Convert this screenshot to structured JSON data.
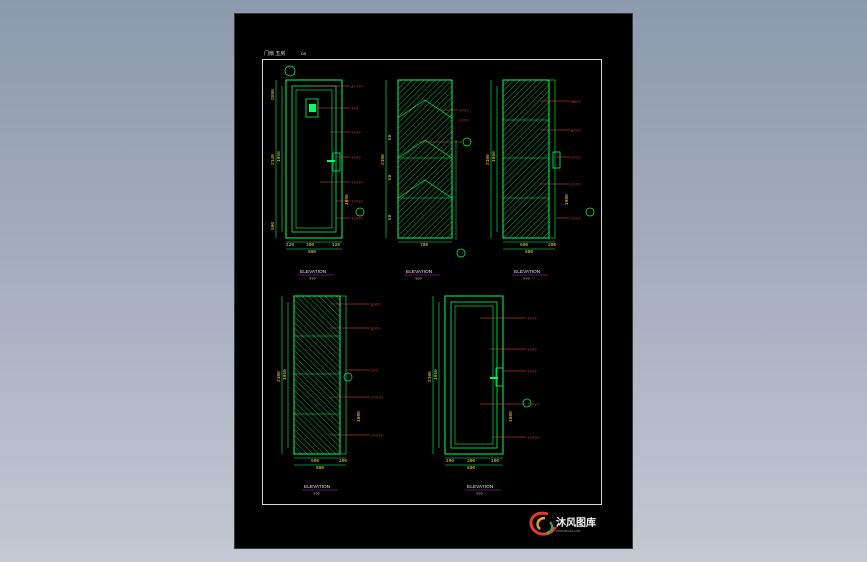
{
  "sheet": {
    "title": "门扇 五房",
    "code": "D5"
  },
  "elevations": [
    {
      "caption": "ELEVATION",
      "subcaption": "???",
      "dims_v": [
        "2690",
        "2140",
        "1950",
        "500",
        "1980"
      ],
      "dims_h": [
        "120",
        "300",
        "120",
        "800"
      ],
      "callouts": [
        "2*???",
        "???",
        "????",
        "????",
        "?????",
        "?????",
        "?????"
      ]
    },
    {
      "caption": "ELEVATION",
      "subcaption": "???",
      "dims_v": [
        "2190",
        "E0",
        "E0",
        "E0"
      ],
      "dims_h": [
        "780"
      ],
      "callouts": [
        "????",
        "????"
      ]
    },
    {
      "caption": "ELEVATION",
      "subcaption": "???",
      "dims_v": [
        "2190",
        "1950",
        "1980"
      ],
      "dims_h": [
        "600",
        "200",
        "800"
      ],
      "callouts": [
        "5B??",
        "3???",
        "????",
        "????",
        "????"
      ]
    },
    {
      "caption": "ELEVATION",
      "subcaption": "???",
      "dims_v": [
        "2190",
        "1950",
        "1980"
      ],
      "dims_h": [
        "600",
        "200",
        "800"
      ],
      "callouts": [
        "3???",
        "3???",
        "???",
        "?????",
        "?????"
      ]
    },
    {
      "caption": "ELEVATION",
      "subcaption": "???",
      "dims_v": [
        "2190",
        "1950",
        "1980"
      ],
      "dims_h": [
        "100",
        "300",
        "100",
        "800"
      ],
      "callouts": [
        "????",
        "????",
        "????",
        "?????",
        "?????"
      ]
    }
  ],
  "logo": {
    "text": "沐风图库",
    "subtext": "WWW.MFCAD.COM"
  },
  "colors": {
    "background": "#9aa4b6",
    "sheet": "#000000",
    "linework": "#00ff66",
    "annotation": "#ff4a4a",
    "dimension": "#ffd43b",
    "caption_underline": "#cc22cc"
  }
}
